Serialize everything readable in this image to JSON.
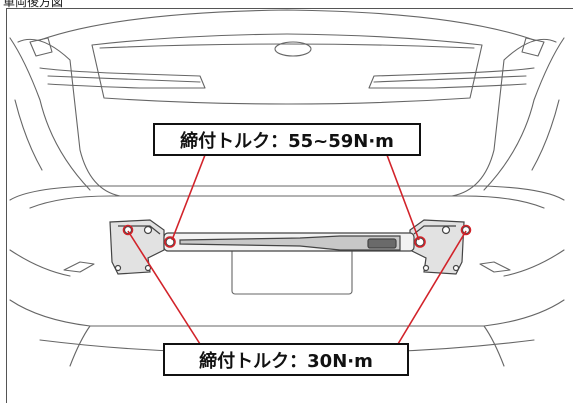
{
  "caption": "車両後方図",
  "callouts": {
    "upper": "締付トルク：55~59N·m",
    "lower": "締付トルク：30N·m"
  },
  "colors": {
    "leader_line": "#d2232a",
    "outline": "#555555",
    "bar_fill": "#c8c8c8",
    "bracket_fill": "#d9d9d9"
  }
}
